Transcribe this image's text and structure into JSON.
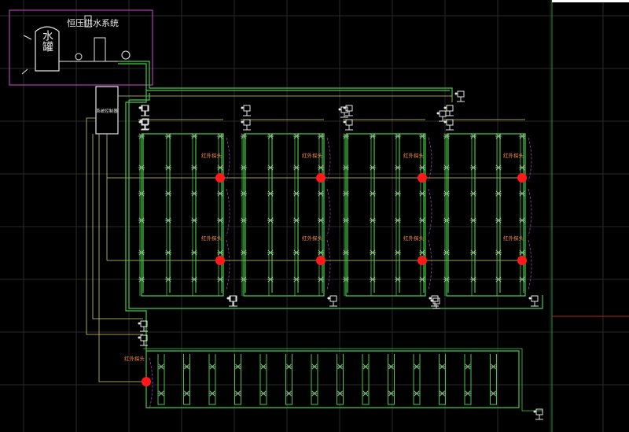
{
  "drawing": {
    "system_title": "恒压供水系统",
    "tank_label": "水罐",
    "controller_label": "系统控制器",
    "sensor_label": "红外探头"
  },
  "colors": {
    "background": "#000000",
    "grid": "#2a2a2a",
    "pipe": "#46c846",
    "wire": "#cfcf6a",
    "sensor": "#ff1a1a",
    "sensor_label": "#ff8a3a",
    "frame": "#b040b0",
    "emitter": "#bfbfbf",
    "spray_arc": "#a040c0",
    "device": "#e6e6e6"
  }
}
